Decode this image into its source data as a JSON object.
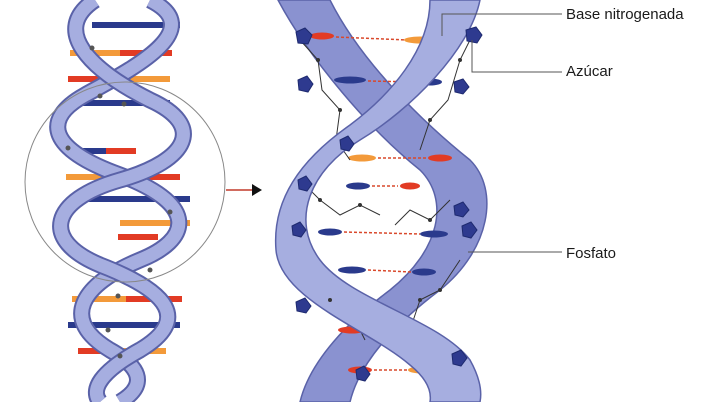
{
  "labels": {
    "base": "Base nitrogenada",
    "azucar": "Azúcar",
    "fosfato": "Fosfato"
  },
  "colors": {
    "strand_fill": "#a6aee0",
    "strand_stroke": "#5a62a8",
    "strand_dark": "#8a92d0",
    "base_red": "#e23b24",
    "base_orange": "#f39a3a",
    "base_blue": "#2a3a8c",
    "sugar": "#2e3a8f",
    "phosphate": "#444444",
    "hbond": "#d9482b",
    "magnifier": "#888888",
    "pointer_line": "#555555",
    "arrow": "#c23a2a"
  },
  "icons": {
    "magnify_arrow": "arrow-right-icon"
  }
}
